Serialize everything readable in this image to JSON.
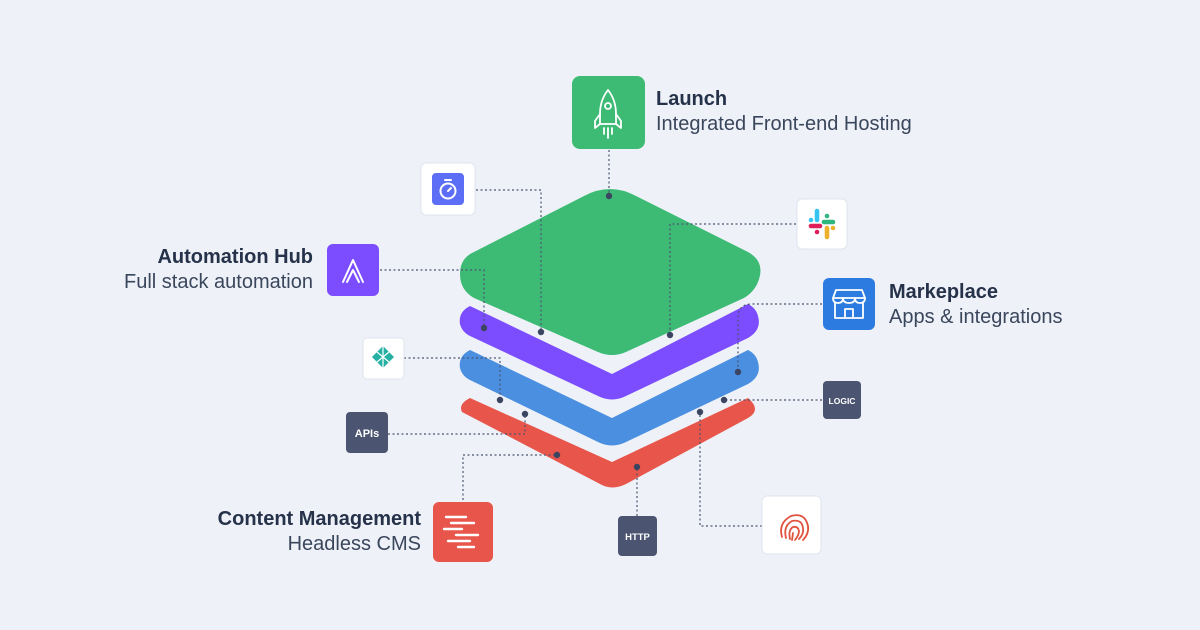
{
  "colors": {
    "background": "#eef2f8",
    "launch": "#3dbb75",
    "automation": "#7c4dff",
    "marketplace": "#4a8fe0",
    "content": "#e8554a",
    "tag": "#4b5470",
    "connector": "#4b5470"
  },
  "launch": {
    "title": "Launch",
    "subtitle": "Integrated Front-end Hosting",
    "icon": "rocket-icon"
  },
  "automation": {
    "title": "Automation Hub",
    "subtitle": "Full stack automation",
    "icon": "automation-icon"
  },
  "marketplace": {
    "title": "Markeplace",
    "subtitle": "Apps & integrations",
    "icon": "storefront-icon"
  },
  "content": {
    "title": "Content Management",
    "subtitle": "Headless CMS",
    "icon": "cms-icon"
  },
  "tags": {
    "apis": "APIs",
    "logic": "LOGIC",
    "http": "HTTP"
  },
  "integrations": {
    "timer": "stopwatch-icon",
    "slack": "slack-icon",
    "netlify": "netlify-icon",
    "fingerprint": "fingerprint-icon"
  }
}
